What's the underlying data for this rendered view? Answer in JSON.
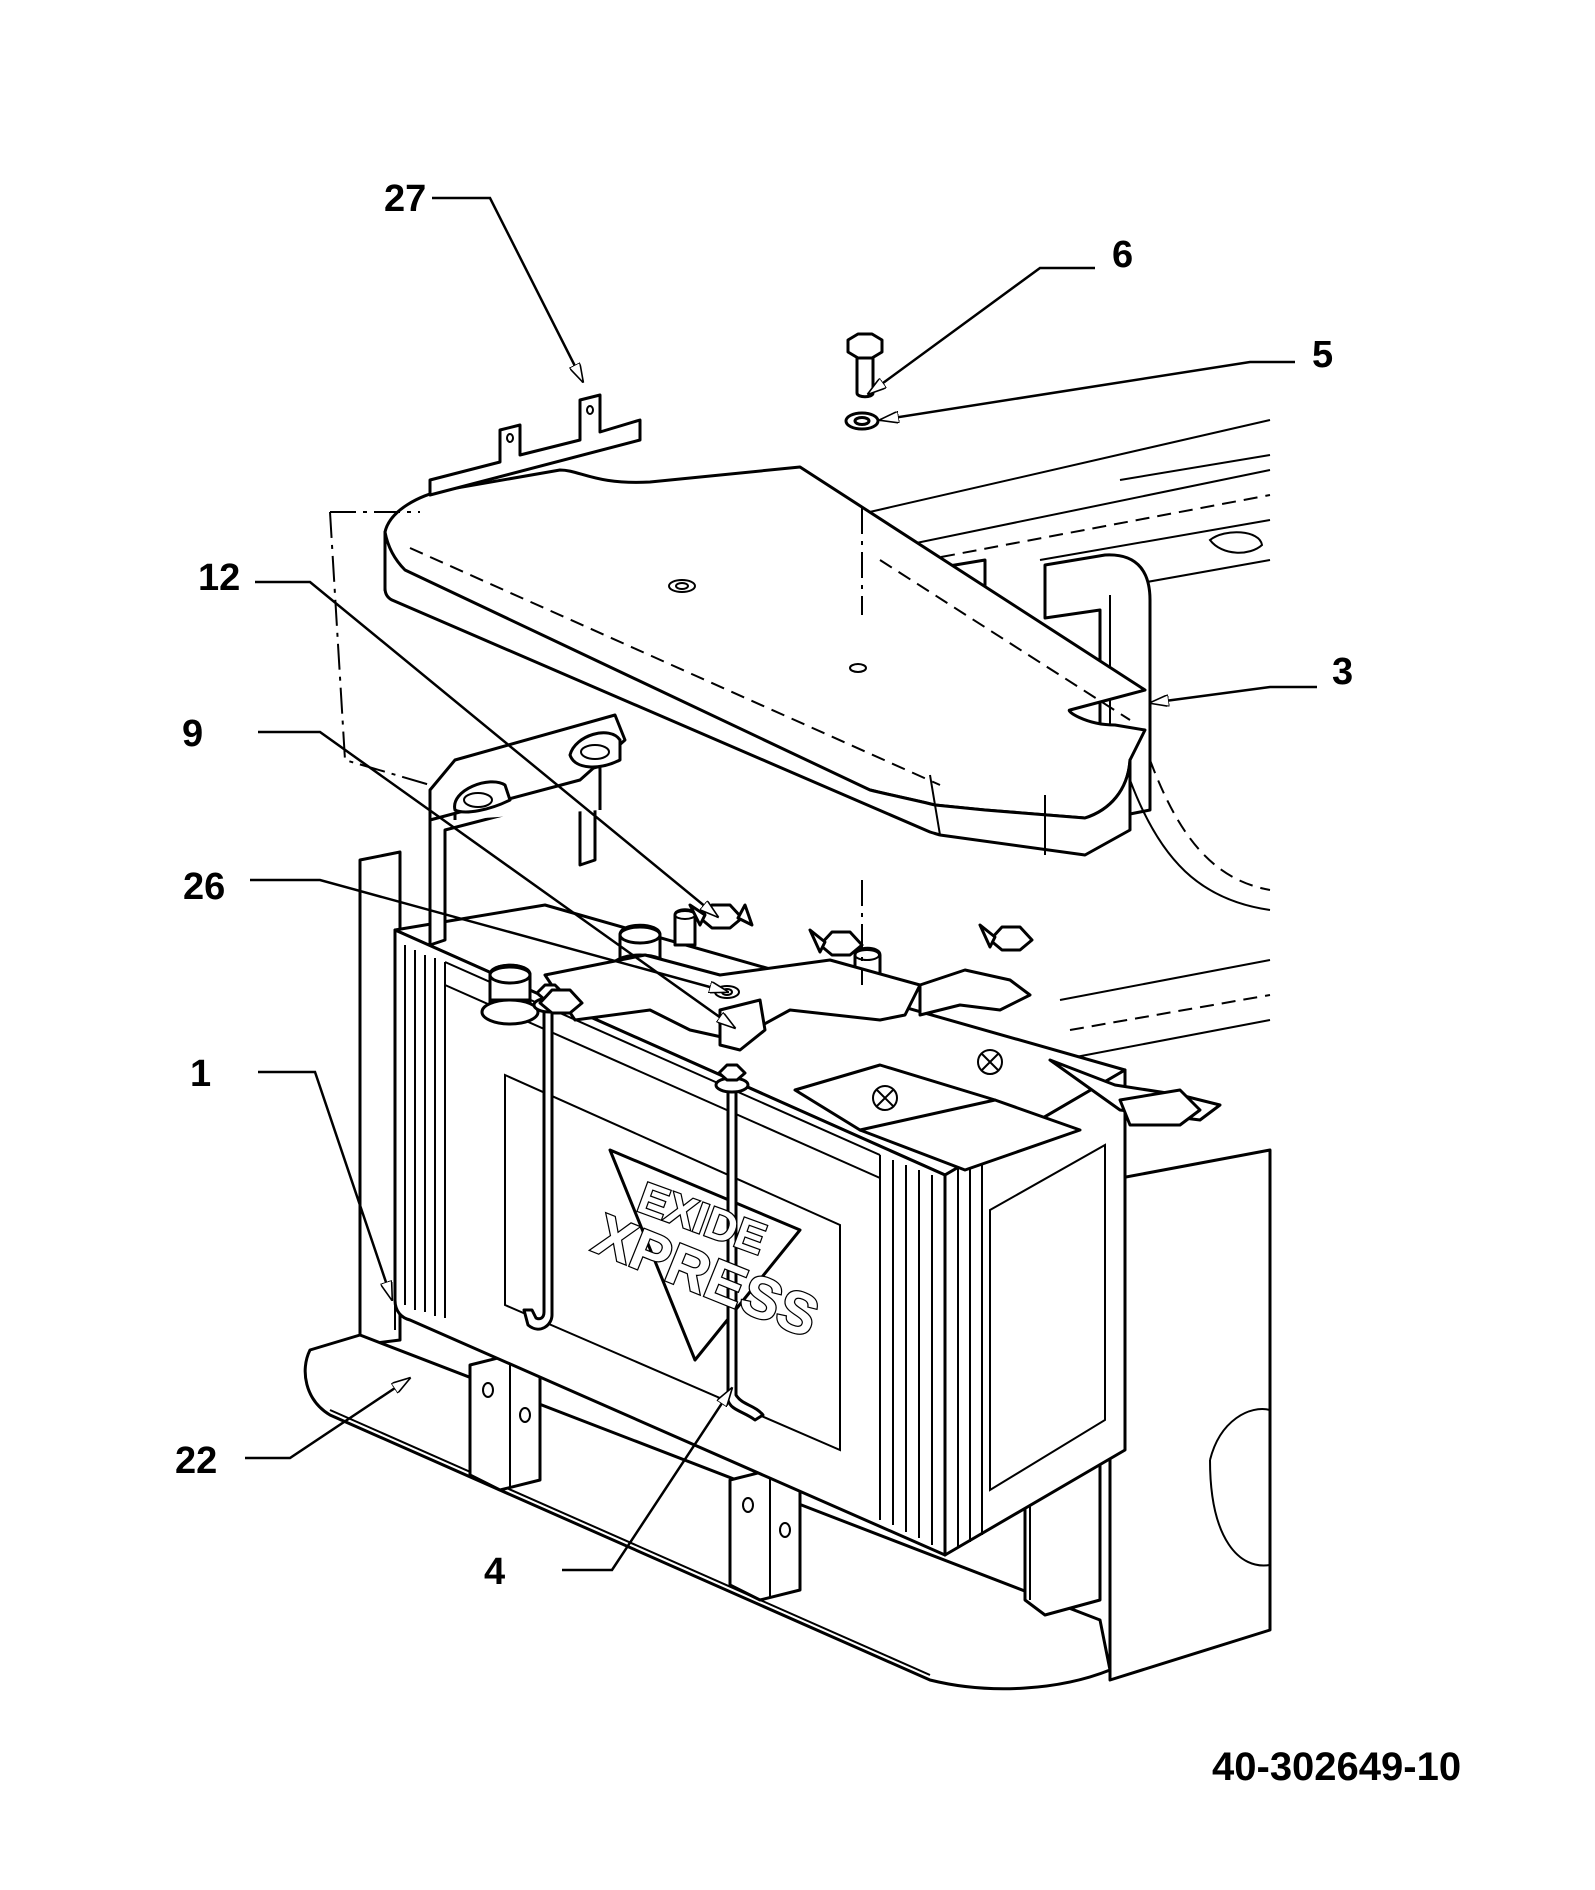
{
  "drawing_number": "40-302649-10",
  "colors": {
    "line": "#000000",
    "background": "#ffffff"
  },
  "logo": {
    "brand": "EXIDE",
    "model": "XPRESS"
  },
  "callouts": [
    {
      "id": "27",
      "label": "27"
    },
    {
      "id": "6",
      "label": "6"
    },
    {
      "id": "5",
      "label": "5"
    },
    {
      "id": "12",
      "label": "12"
    },
    {
      "id": "3",
      "label": "3"
    },
    {
      "id": "9",
      "label": "9"
    },
    {
      "id": "26",
      "label": "26"
    },
    {
      "id": "1",
      "label": "1"
    },
    {
      "id": "22",
      "label": "22"
    },
    {
      "id": "4",
      "label": "4"
    }
  ]
}
